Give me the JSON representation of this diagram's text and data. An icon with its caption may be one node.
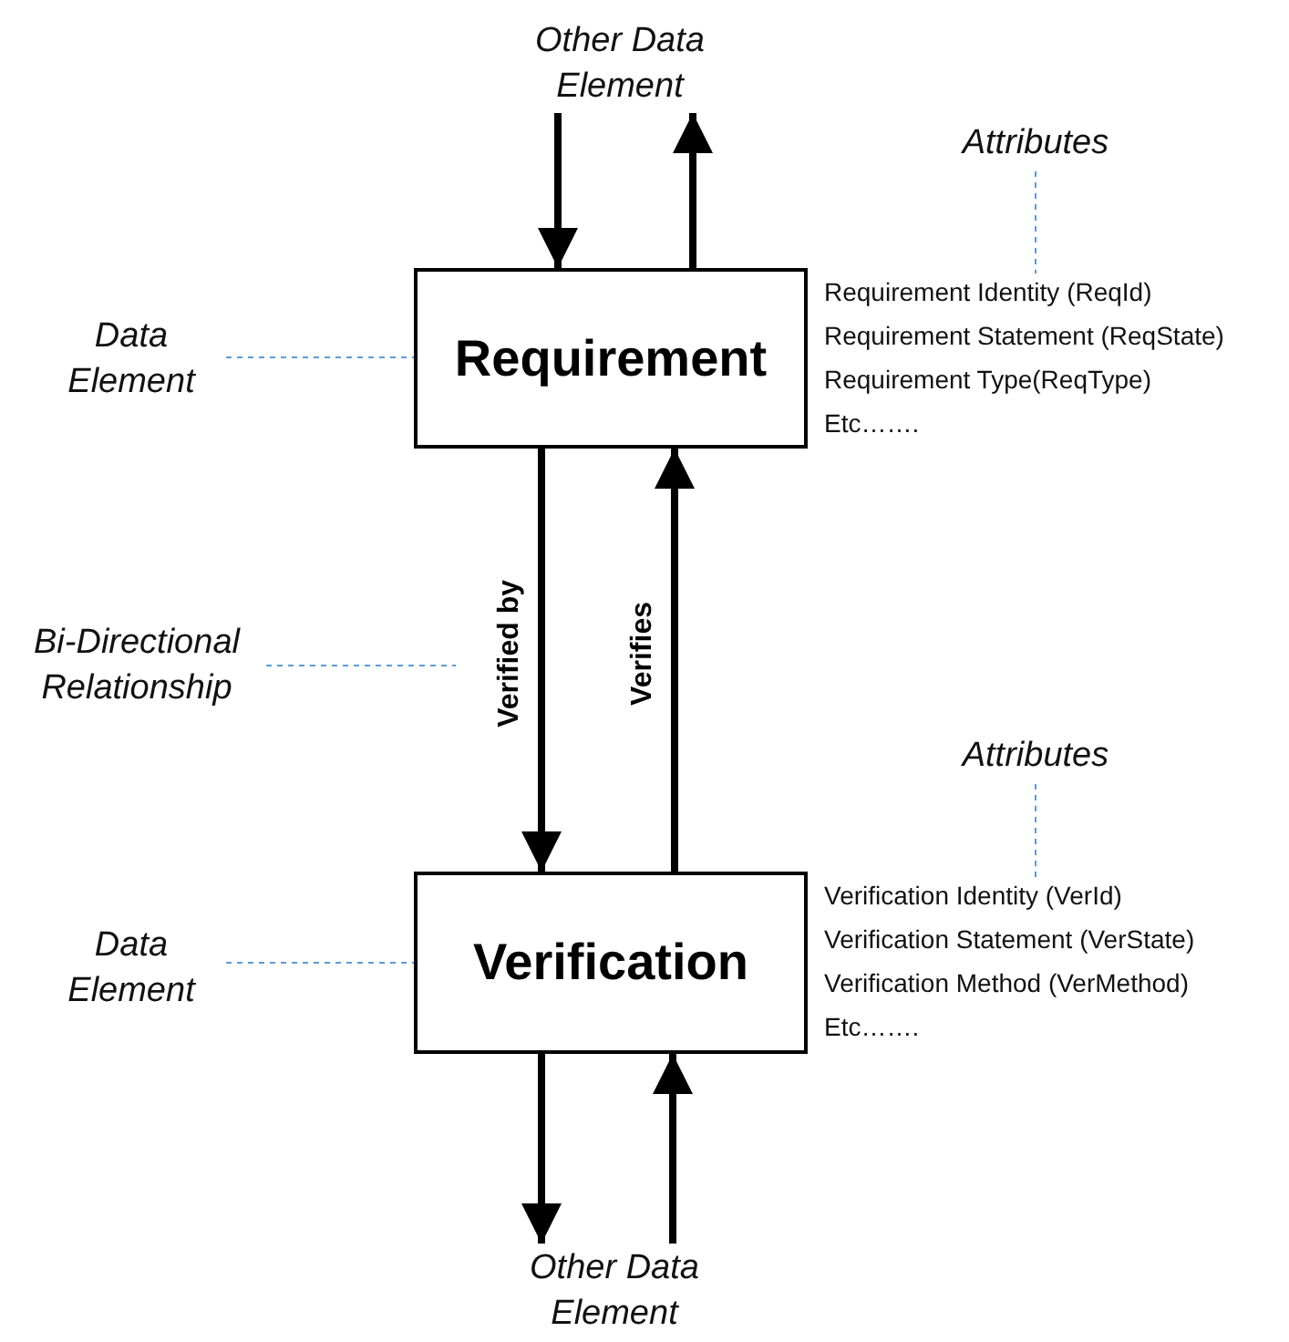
{
  "diagram": {
    "nodes": [
      {
        "text": [
          "Other Data Element"
        ]
      },
      {
        "text": [
          "Attributes"
        ]
      },
      {
        "text": [
          "Data Element"
        ]
      },
      {
        "text": [
          "Requirement"
        ]
      },
      {
        "text": [
          "Requirement Identity (ReqId)",
          "Requirement Statement (ReqState)",
          "Requirement Type(ReqType)",
          "Etc……."
        ]
      },
      {
        "text": [
          "Bi-Directional Relationship"
        ]
      },
      {
        "text": [
          "Attributes"
        ]
      },
      {
        "text": [
          "Data Element"
        ]
      },
      {
        "text": [
          "Verification"
        ]
      },
      {
        "text": [
          "Verification Identity (VerId)",
          "Verification Statement (VerState)",
          "Verification Method (VerMethod)",
          "Etc……."
        ]
      },
      {
        "text": [
          "Other Data Element"
        ]
      }
    ],
    "edges": [
      {
        "from": 0,
        "to": 3,
        "arrow": "to"
      },
      {
        "from": 3,
        "to": 0,
        "arrow": "to"
      },
      {
        "from": 3,
        "to": 8,
        "arrow": "to",
        "label": "Verified by"
      },
      {
        "from": 8,
        "to": 3,
        "arrow": "to",
        "label": "Verifies"
      },
      {
        "from": 8,
        "to": 10,
        "arrow": "to"
      },
      {
        "from": 10,
        "to": 8,
        "arrow": "to"
      },
      {
        "from": 2,
        "to": 3,
        "arrow": "none",
        "style": "dashed",
        "color": "#5b9bd5"
      },
      {
        "from": 1,
        "to": 4,
        "arrow": "none",
        "style": "dashed",
        "color": "#5b9bd5"
      },
      {
        "from": 5,
        "to": null,
        "arrow": "none",
        "style": "dashed",
        "color": "#5b9bd5"
      },
      {
        "from": 7,
        "to": 8,
        "arrow": "none",
        "style": "dashed",
        "color": "#5b9bd5"
      },
      {
        "from": 6,
        "to": 9,
        "arrow": "none",
        "style": "dashed",
        "color": "#5b9bd5"
      }
    ]
  }
}
